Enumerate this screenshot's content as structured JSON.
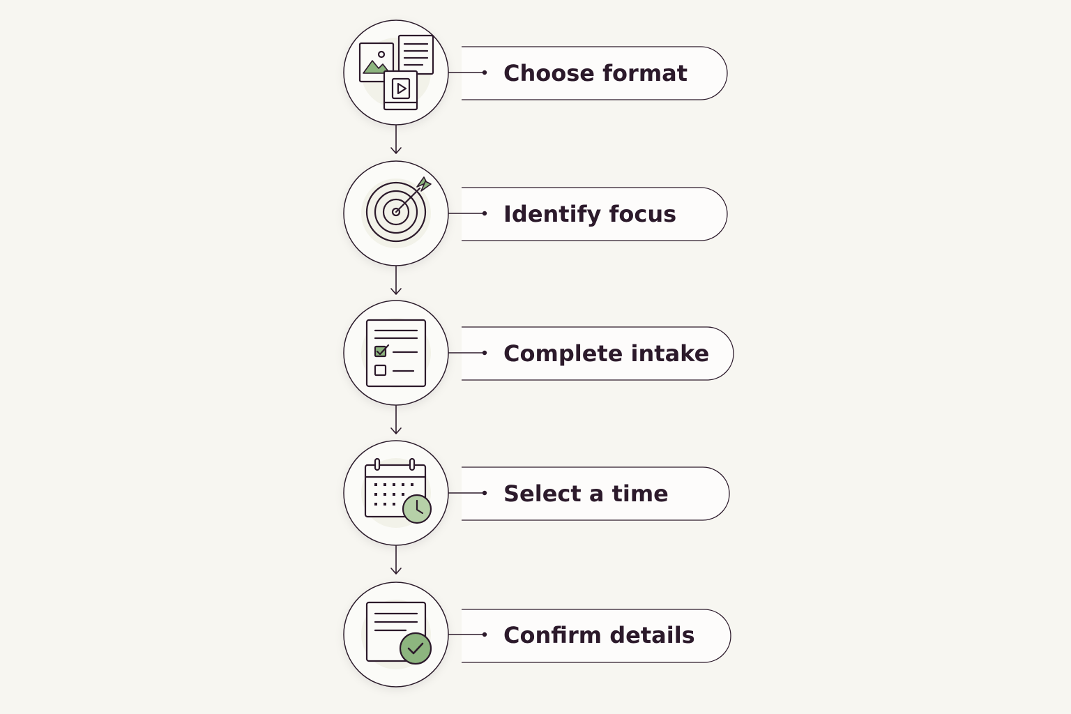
{
  "colors": {
    "background": "#f7f6f1",
    "ink": "#2c1a2b",
    "accent_green": "#8db57f",
    "node_fill": "#fbfbf8",
    "pill_fill": "#fdfcfb"
  },
  "steps": [
    {
      "label": "Choose format",
      "icon": "media-files-icon"
    },
    {
      "label": "Identify focus",
      "icon": "target-icon"
    },
    {
      "label": "Complete intake",
      "icon": "checklist-form-icon"
    },
    {
      "label": "Select a time",
      "icon": "calendar-clock-icon"
    },
    {
      "label": "Confirm details",
      "icon": "document-check-icon"
    }
  ]
}
